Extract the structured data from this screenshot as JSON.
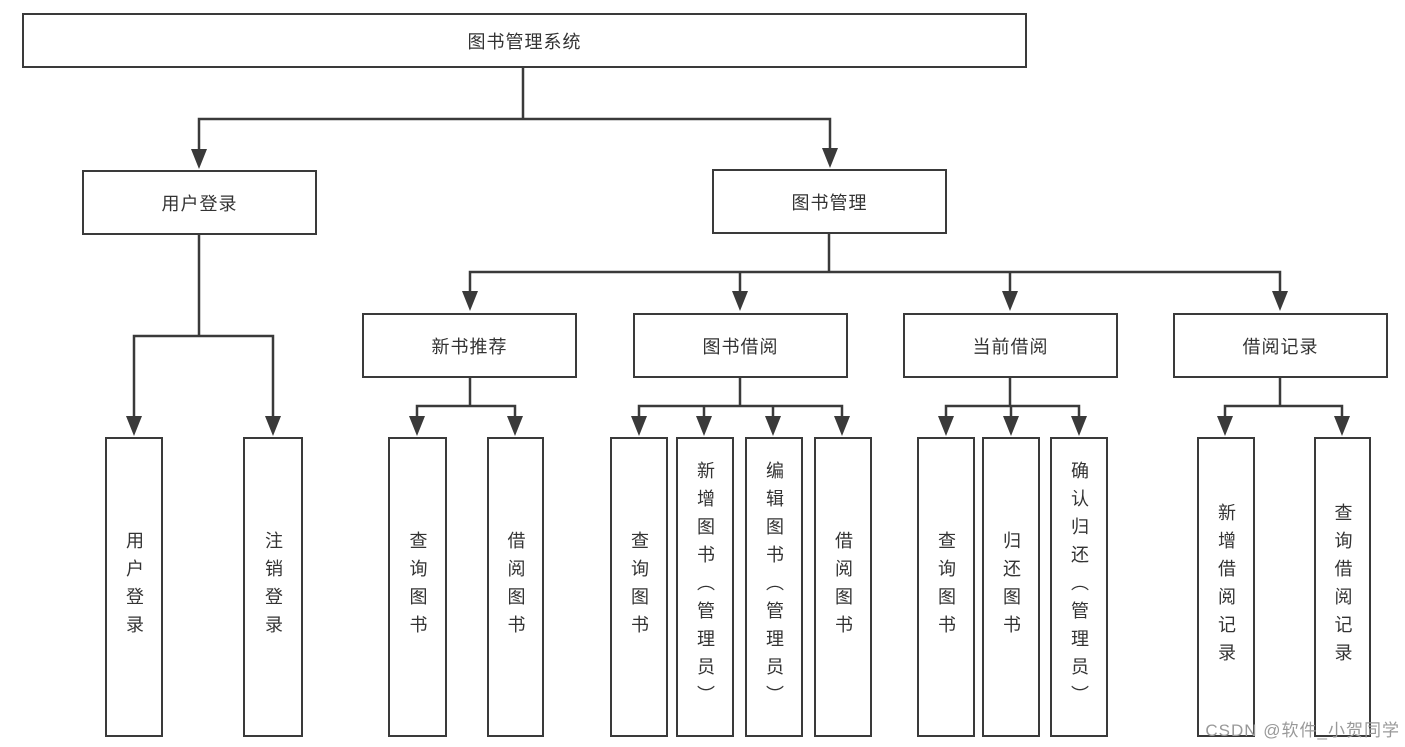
{
  "tree": {
    "label": "图书管理系统",
    "children": [
      {
        "label": "用户登录",
        "children": [
          {
            "label": "用户登录"
          },
          {
            "label": "注销登录"
          }
        ]
      },
      {
        "label": "图书管理",
        "children": [
          {
            "label": "新书推荐",
            "children": [
              {
                "label": "查询图书"
              },
              {
                "label": "借阅图书"
              }
            ]
          },
          {
            "label": "图书借阅",
            "children": [
              {
                "label": "查询图书"
              },
              {
                "label": "新增图书（管理员）"
              },
              {
                "label": "编辑图书（管理员）"
              },
              {
                "label": "借阅图书"
              }
            ]
          },
          {
            "label": "当前借阅",
            "children": [
              {
                "label": "查询图书"
              },
              {
                "label": "归还图书"
              },
              {
                "label": "确认归还（管理员）"
              }
            ]
          },
          {
            "label": "借阅记录",
            "children": [
              {
                "label": "新增借阅记录"
              },
              {
                "label": "查询借阅记录"
              }
            ]
          }
        ]
      }
    ]
  },
  "watermark": "CSDN @软件_小贺同学",
  "colors": {
    "line": "#3a3a3a",
    "text": "#333333",
    "watermark": "#999999",
    "background": "#ffffff"
  }
}
